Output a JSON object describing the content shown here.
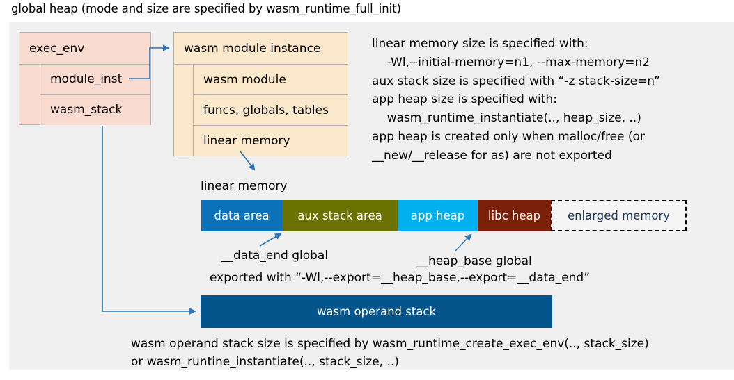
{
  "title": "global heap (mode and size are specified by wasm_runtime_full_init)",
  "colors": {
    "panel_bg": "#f0f0f0",
    "exec_env_fill": "#fadbd0",
    "module_inst_fill": "#fce9cb",
    "data_area": "#0b72b9",
    "aux_stack_area": "#6b7200",
    "app_heap": "#00b0f0",
    "libc_heap": "#7b2008",
    "enlarged_memory_border": "#000000",
    "enlarged_memory_text": "#1f3864",
    "operand_stack": "#03558c",
    "connector": "#2e75b6"
  },
  "exec_env": {
    "header": "exec_env",
    "fields": [
      "module_inst",
      "wasm_stack"
    ]
  },
  "wasm_module_instance": {
    "header": "wasm module instance",
    "fields": [
      "wasm module",
      "funcs, globals, tables",
      "linear memory"
    ]
  },
  "info_text": "linear memory size is specified with:\n    -Wl,--initial-memory=n1, --max-memory=n2\naux stack size is specified with “-z stack-size=n”\napp heap size is specified with:\n    wasm_runtime_instantiate(.., heap_size, ..)\napp heap is created only when malloc/free (or\n__new/__release for as) are not exported",
  "linear_memory": {
    "label": "linear memory",
    "segments": [
      {
        "label": "data area",
        "color": "#0b72b9",
        "width": 116
      },
      {
        "label": "aux stack area",
        "color": "#6b7200",
        "width": 166
      },
      {
        "label": "app heap",
        "color": "#00b0f0",
        "width": 115
      },
      {
        "label": "libc heap",
        "color": "#7b2008",
        "width": 105
      },
      {
        "label": "enlarged memory",
        "color": "#f5f5f5",
        "width": 195
      }
    ]
  },
  "annotations": {
    "data_end": "__data_end global",
    "heap_base": "__heap_base global",
    "exported": "exported with “-Wl,--export=__heap_base,--export=__data_end”"
  },
  "operand_stack": {
    "label": "wasm operand stack"
  },
  "bottom_text": "wasm operand stack size is specified by wasm_runtime_create_exec_env(.., stack_size)\nor wasm_runtine_instantiate(.., stack_size, ..)"
}
